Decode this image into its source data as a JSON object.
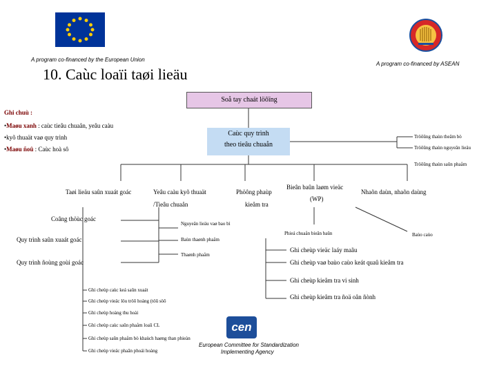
{
  "header": {
    "eu_caption": "A program co-financed by the European Union",
    "asean_caption": "A program co-financed by ASEAN",
    "title": "10. Caùc loaïi taøi lieäu"
  },
  "root_box": "Soå tay chaát löôïng",
  "legend": {
    "title": "Ghi chuù :",
    "line1_label": "Maøu xanh",
    "line1_text": ": caùc tieâu chuaån, yeâu caàu",
    "line2_text": "kyõ thuaät vaø quy trình",
    "line3_label": "Maøu ñoû",
    "line3_text": ": Caùc hoà sô"
  },
  "center_box": {
    "line1": "Caùc quy trình",
    "line2": "theo tieâu chuaån"
  },
  "right_items": [
    "Tröôûng thaùn theâm bò",
    "Tröôûng thaùn nguyeân lieäu",
    "Tröôûng thaùn saûn phaåm"
  ],
  "branches": {
    "b1": "Taøi lieäu saûn xuaát goác",
    "b2a": "Yeâu caàu kyõ thuaät",
    "b2b": "/Tieâu chuaån",
    "b3a": "Phöông phaùp",
    "b3b": "kieåm tra",
    "b4a": "Bieân baûn laøm vieäc",
    "b4b": "(WP)",
    "b5": "Nhaõn daùn, nhaõn daùng"
  },
  "b1_children": [
    "Coâng thöùc goác",
    "Quy trình saûn xuaát goác",
    "Quy trình ñoùng goùi goác"
  ],
  "b2_children": [
    "Nguyeân lieäu vaø bao bì",
    "Baùn thaønh phaåm",
    "Thaønh phaåm"
  ],
  "b4_children": {
    "standard": "Phieá chuaån bieân baûn",
    "report": "Baùo caùo"
  },
  "b4_records": [
    "Ghi cheùp vieäc laáy maãu",
    "Ghi cheùp vaø baùo caùo keát quaû kieåm tra",
    "Ghi cheùp kieåm tra vi sinh",
    "Ghi cheùp kieåm tra ñoä oån ñònh"
  ],
  "records": [
    "Ghi cheùp caùc keá saûn xuaát",
    "Ghi cheùp vieäc löu tröõ hoàng (töû söõ",
    "Ghi cheùp hoàng thu hoài",
    "Ghi cheùp caùc saûn phaåm loaïi CL",
    "Ghi cheùp saûn phaåm bò khaùch haøng than phieàn",
    "Ghi cheùp vieäc phaân phoái hoàng"
  ],
  "footer": {
    "cen_line1": "European Committee for Standardization",
    "cen_line2": "Implementing Agency",
    "cen_logo_text": "cen"
  },
  "colors": {
    "eu_blue": "#003399",
    "eu_star": "#ffcc00",
    "pink_box": "#e6c6e6",
    "blue_box": "#c4dcf3",
    "legend_red": "#7a0000",
    "cen_blue": "#1d4e9a"
  }
}
